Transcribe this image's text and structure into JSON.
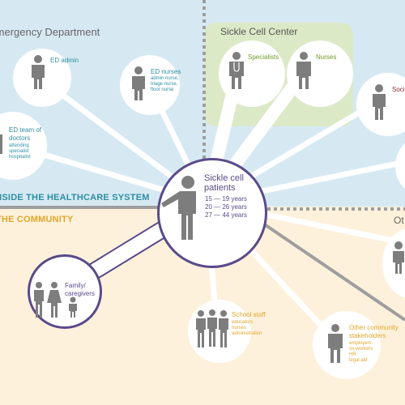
{
  "regions": {
    "emergency_department": {
      "title": "Emergency Department"
    },
    "sickle_cell_center": {
      "title": "Sickle Cell Center"
    },
    "inside_healthcare": {
      "title": "INSIDE THE HEALTHCARE SYSTEM"
    },
    "community": {
      "title": "THE COMMUNITY"
    },
    "other_partial": {
      "title": "Ot"
    }
  },
  "center": {
    "title": "Sickle cell patients",
    "ages": [
      "15 — 19 years",
      "20 — 26 years",
      "27 — 44 years"
    ]
  },
  "nodes": {
    "ed_admin": {
      "title": "ED admin"
    },
    "ed_nurses": {
      "title": "ED nurses",
      "details": [
        "admin nurse,",
        "triage nurse,",
        "floor nurse"
      ]
    },
    "ed_team": {
      "title": "ED team of doctors",
      "details": [
        "attending",
        "specialist",
        "hospitalist"
      ]
    },
    "specialists": {
      "title": "Specialists"
    },
    "nurses": {
      "title": "Nurses"
    },
    "social_partial": {
      "title": "Soci"
    },
    "family": {
      "title": "Family/ caregivers"
    },
    "school_staff": {
      "title": "School staff",
      "details": [
        "educators",
        "nurses",
        "administration"
      ]
    },
    "other_community": {
      "title": "Other community stakeholders",
      "details": [
        "employers",
        "co-workers",
        "HR",
        "legal aid"
      ]
    }
  },
  "colors": {
    "ed_region": "#d6e9f3",
    "sickle_region": "#dce9c6",
    "community_region": "#fdf1dc",
    "teal_text": "#2f8fa3",
    "green_text": "#6f9a2b",
    "gold_text": "#e0a72a",
    "purple": "#5a4a8a",
    "maroon": "#8a2b3a",
    "grey_figure": "#7d7d7d",
    "dashed_line": "#9e9e9e"
  }
}
